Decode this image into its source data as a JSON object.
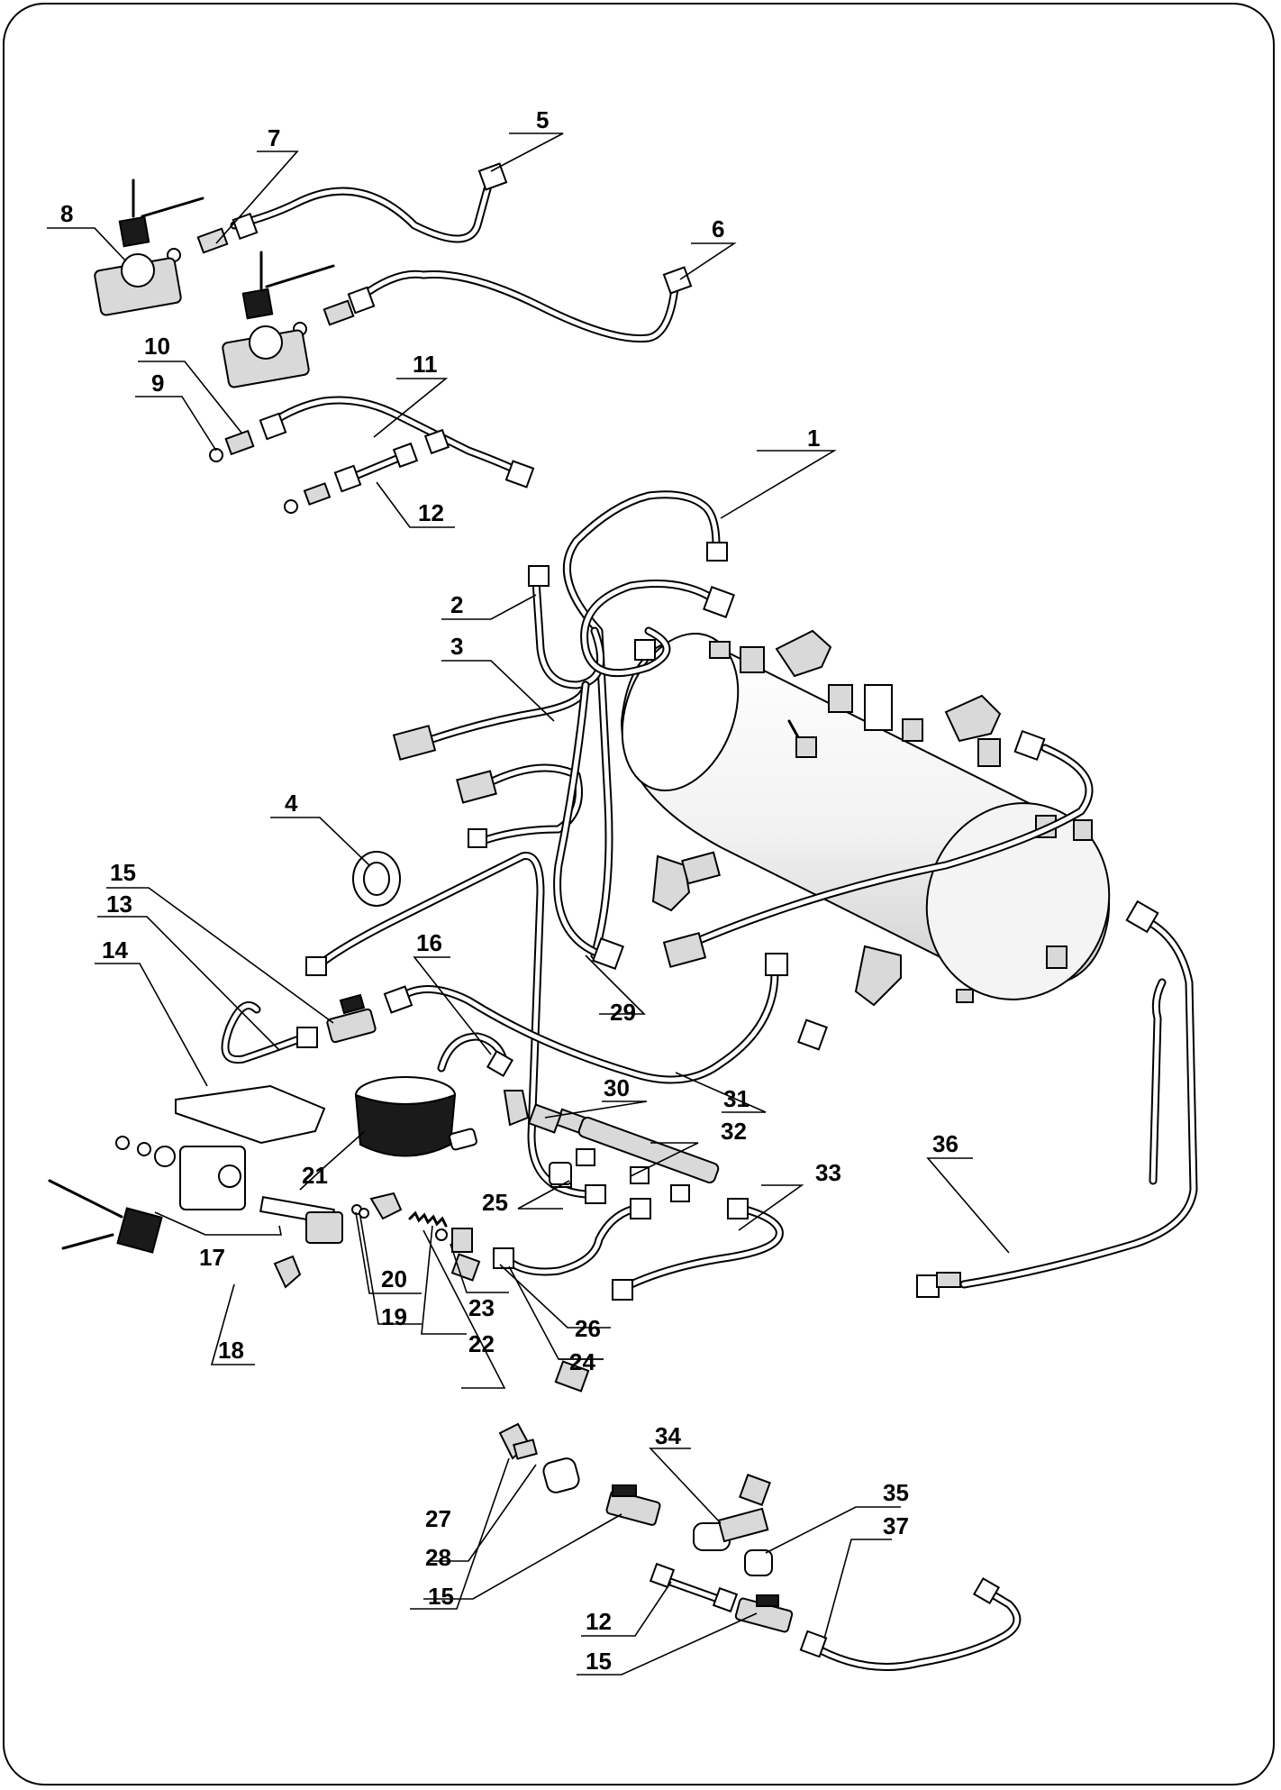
{
  "diagram": {
    "callouts": [
      "1",
      "2",
      "3",
      "4",
      "5",
      "6",
      "7",
      "8",
      "9",
      "10",
      "11",
      "12",
      "13",
      "14",
      "15",
      "16",
      "17",
      "18",
      "19",
      "20",
      "21",
      "22",
      "23",
      "24",
      "25",
      "26",
      "27",
      "28",
      "29",
      "30",
      "31",
      "32",
      "33",
      "34",
      "35",
      "36",
      "37"
    ],
    "extra_callouts": [
      "12",
      "15",
      "15"
    ],
    "colors": {
      "line": "#000000",
      "background": "#ffffff",
      "shade": "#d9d9d9"
    }
  }
}
